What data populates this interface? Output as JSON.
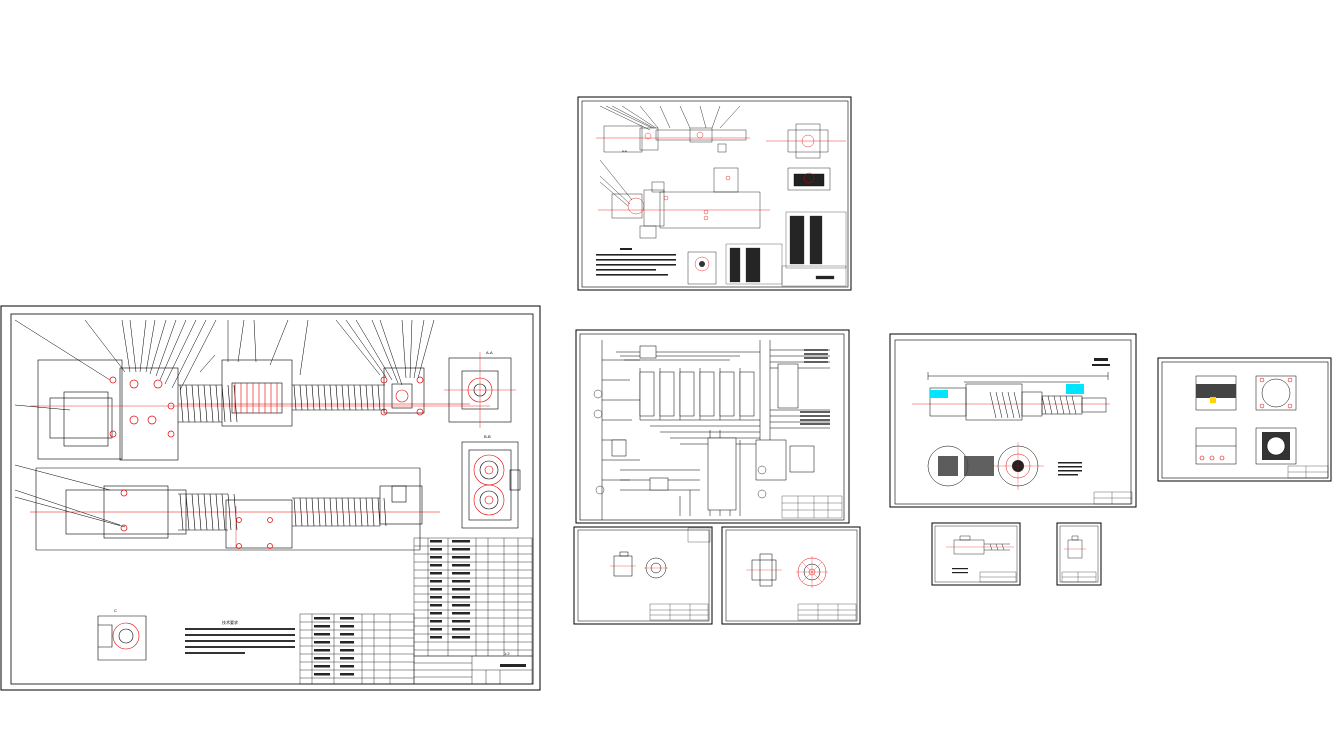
{
  "viewer": {
    "background_color": "#ffffff",
    "line_color": "#000000",
    "accent_color": "#e60000",
    "highlight_color": "#00e5ff"
  },
  "sheets": [
    {
      "id": "main-assembly-drawing",
      "kind": "assembly",
      "scale_label": "1:2"
    },
    {
      "id": "assembly-drawing-small",
      "kind": "assembly"
    },
    {
      "id": "schematic-drawing",
      "kind": "circuit"
    },
    {
      "id": "shaft-part-drawing",
      "kind": "part"
    },
    {
      "id": "housing-part-drawing",
      "kind": "part"
    },
    {
      "id": "part-drawing-small-a",
      "kind": "part"
    },
    {
      "id": "part-drawing-small-b",
      "kind": "part"
    },
    {
      "id": "part-drawing-tiny-a",
      "kind": "part"
    },
    {
      "id": "part-drawing-tiny-b",
      "kind": "part"
    }
  ]
}
